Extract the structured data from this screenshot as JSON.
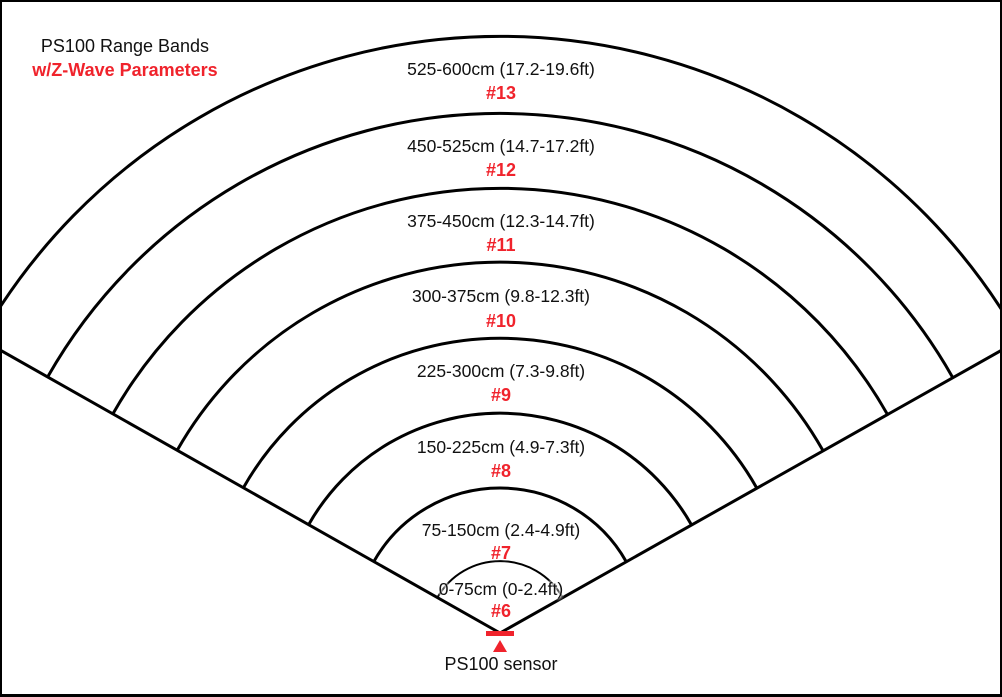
{
  "title": {
    "line1": "PS100 Range Bands",
    "line2": "w/Z-Wave Parameters"
  },
  "colors": {
    "accent_red": "#f0232c",
    "line": "#000000",
    "text": "#111111"
  },
  "sensor": {
    "label": "PS100 sensor"
  },
  "bands": [
    {
      "range": "0-75cm (0-2.4ft)",
      "param": "#6"
    },
    {
      "range": "75-150cm (2.4-4.9ft)",
      "param": "#7"
    },
    {
      "range": "150-225cm (4.9-7.3ft)",
      "param": "#8"
    },
    {
      "range": "225-300cm (7.3-9.8ft)",
      "param": "#9"
    },
    {
      "range": "300-375cm (9.8-12.3ft)",
      "param": "#10"
    },
    {
      "range": "375-450cm (12.3-14.7ft)",
      "param": "#11"
    },
    {
      "range": "450-525cm (14.7-17.2ft)",
      "param": "#12"
    },
    {
      "range": "525-600cm (17.2-19.6ft)",
      "param": "#13"
    }
  ]
}
